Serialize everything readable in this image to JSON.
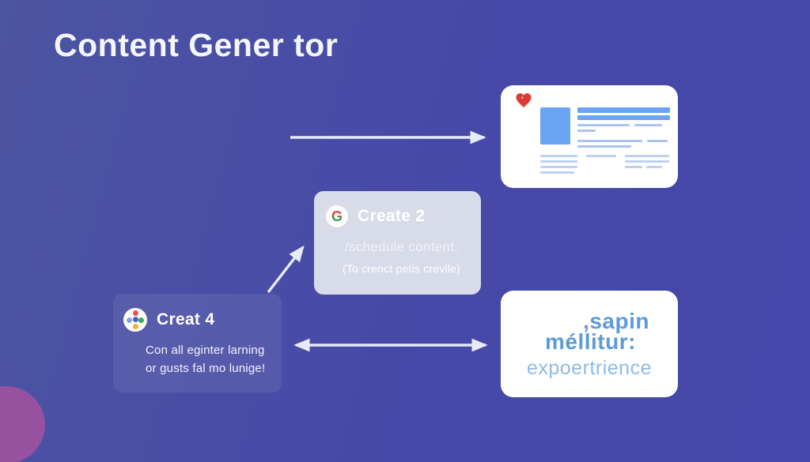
{
  "slide": {
    "title": "Content Gener tor"
  },
  "doc_card": {
    "icon": "heart-icon"
  },
  "create2_card": {
    "icon": "google-g-icon",
    "title": "Create 2",
    "subtitle": "/schedule content.",
    "note": "(To crenct petis crevile)"
  },
  "creat4_card": {
    "icon": "dots-flower-icon",
    "title": "Creat 4",
    "body_line1": "Con all eginter larning",
    "body_line2": "or gusts fal mo lunige!"
  },
  "quote_card": {
    "word1": ",sapin",
    "word2": "méllitur:",
    "word3": "expoertrience"
  },
  "colors": {
    "background_left": "#4c55a2",
    "background_right": "#4448aa",
    "card_white": "#ffffff",
    "create2_bg": "#d8dce9",
    "skeleton_accent": "#6aa4f2",
    "skeleton_line": "#a9c4f0",
    "skeleton_light": "#bfd1f3",
    "quote_text": "#5b9bd8",
    "quote_text_light": "#90bae6",
    "arrow": "#e7ebf8",
    "heart": "#dd3a35",
    "corner_circle": "#96519f"
  }
}
